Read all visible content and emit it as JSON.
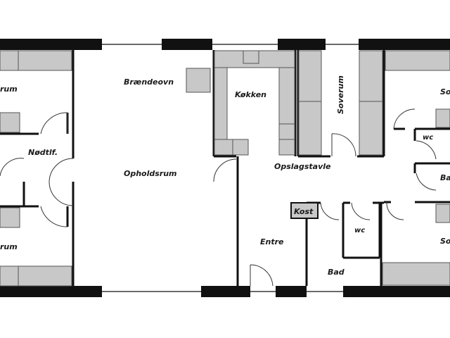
{
  "rooms": {
    "left_top": "rum",
    "left_bottom": "rum",
    "noedtlf": "Nødtlf.",
    "braendeovn": "Brændeovn",
    "opholdsrum": "Opholdsrum",
    "koekken": "Køkken",
    "soverum_mid": "Soverum",
    "opslagstavle": "Opslagstavle",
    "kost": "Kost",
    "entre": "Entre",
    "wc_center": "wc",
    "bad_center": "Bad",
    "right_top": "So",
    "right_wc": "wc",
    "right_bad": "Ba",
    "right_bottom": "So"
  },
  "colors": {
    "wall": "#111111",
    "fixture": "#c8c8c8",
    "background": "#ffffff"
  }
}
